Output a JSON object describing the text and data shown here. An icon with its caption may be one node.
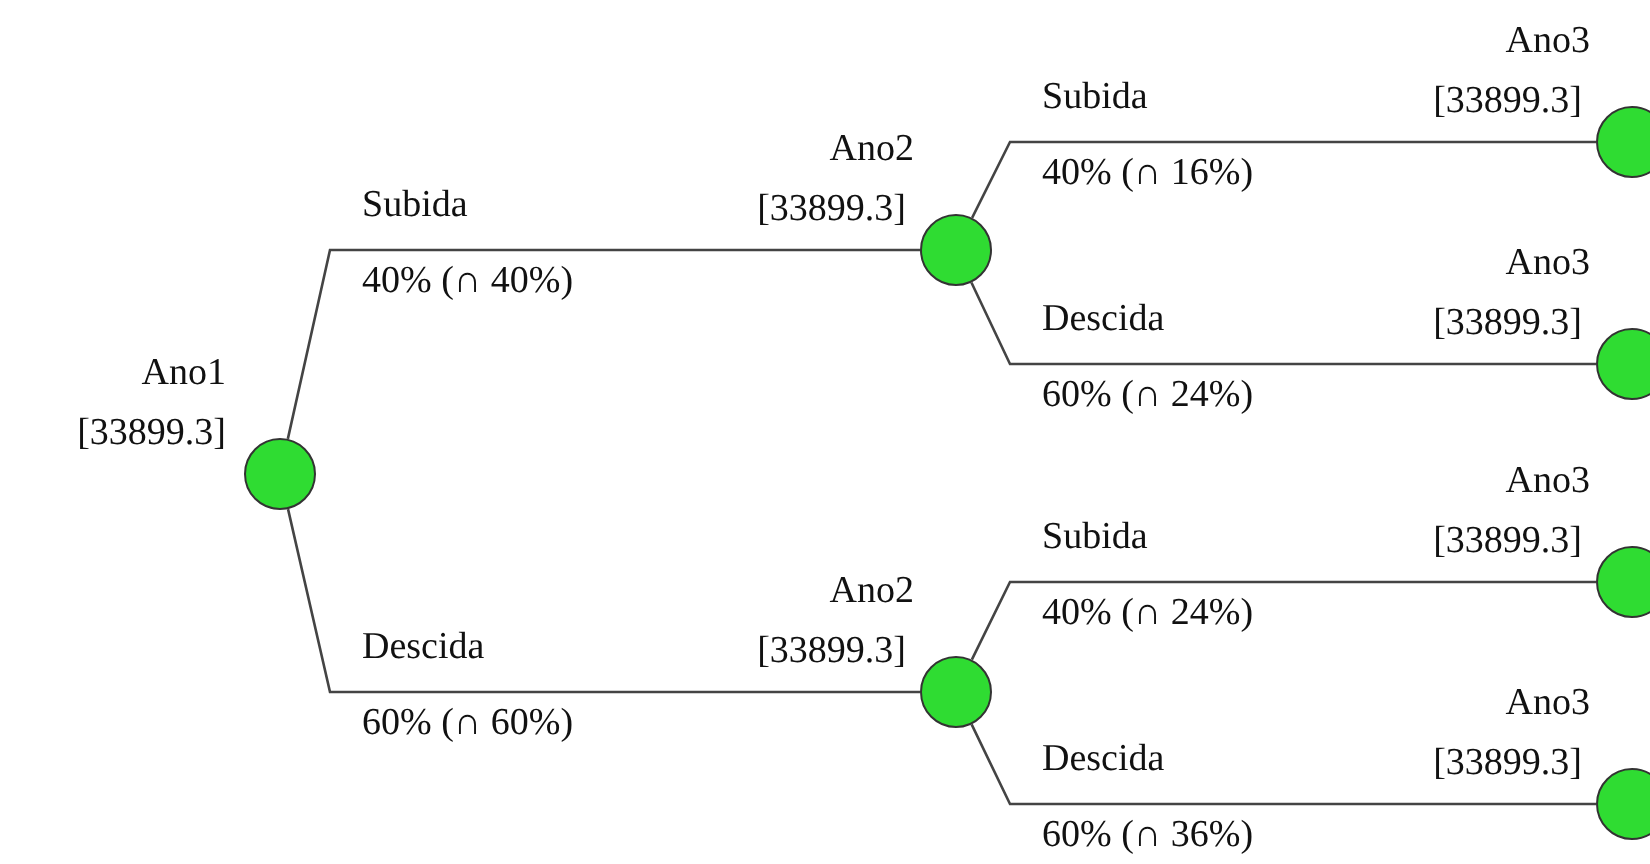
{
  "diagram": {
    "nodes": [
      {
        "text": [],
        "shape": "circle",
        "beside": [
          "Ano1",
          "[33899.3]"
        ]
      },
      {
        "text": [],
        "shape": "circle",
        "beside": [
          "Ano2",
          "[33899.3]"
        ]
      },
      {
        "text": [],
        "shape": "circle",
        "beside": [
          "Ano2",
          "[33899.3]"
        ]
      },
      {
        "text": [],
        "shape": "circle",
        "beside": [
          "Ano3",
          "[33899.3]"
        ]
      },
      {
        "text": [],
        "shape": "circle",
        "beside": [
          "Ano3",
          "[33899.3]"
        ]
      },
      {
        "text": [],
        "shape": "circle",
        "beside": [
          "Ano3",
          "[33899.3]"
        ]
      },
      {
        "text": [],
        "shape": "circle",
        "beside": [
          "Ano3",
          "[33899.3]"
        ]
      }
    ],
    "edges": [
      {
        "from": 0,
        "to": 1,
        "arrow": "none",
        "label": "Subida"
      },
      {
        "from": 0,
        "to": 2,
        "arrow": "none",
        "label": "Descida"
      },
      {
        "from": 1,
        "to": 3,
        "arrow": "none",
        "label": "Subida"
      },
      {
        "from": 1,
        "to": 4,
        "arrow": "none",
        "label": "Descida"
      },
      {
        "from": 2,
        "to": 5,
        "arrow": "none",
        "label": "Subida"
      },
      {
        "from": 2,
        "to": 6,
        "arrow": "none",
        "label": "Descida"
      }
    ],
    "labels": [
      "40% (∩ 40%)",
      "60% (∩ 60%)",
      "40% (∩ 16%)",
      "60% (∩ 24%)",
      "40% (∩ 24%)",
      "60% (∩ 36%)"
    ]
  }
}
